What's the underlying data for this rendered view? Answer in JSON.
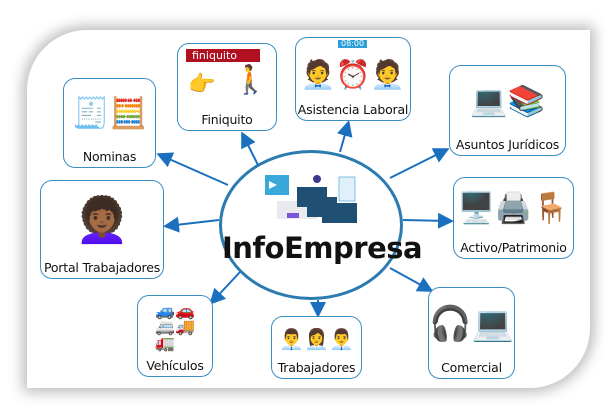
{
  "center": {
    "title": "InfoEmpresa"
  },
  "nodes": {
    "finiquito": {
      "label": "Finiquito",
      "tag": "finiquito",
      "icon": "walking-businessman-icon"
    },
    "asistencia": {
      "label": "Asistencia Laboral",
      "clock": "08:00",
      "icon": "clock-team-icon"
    },
    "nominas": {
      "label": "Nominas",
      "icon": "calculator-money-icon"
    },
    "juridicos": {
      "label": "Asuntos Jurídicos",
      "icon": "laptop-documents-icon"
    },
    "portal": {
      "label": "Portal Trabajadores",
      "icon": "woman-avatar-icon"
    },
    "activo": {
      "label": "Activo/Patrimonio",
      "icon": "office-equipment-icon"
    },
    "vehiculos": {
      "label": "Vehículos",
      "icon": "vehicles-icon"
    },
    "trabajadores": {
      "label": "Trabajadores",
      "icon": "people-group-icon"
    },
    "comercial": {
      "label": "Comercial",
      "icon": "call-center-icon"
    }
  },
  "colors": {
    "accent": "#2b7bb0",
    "arrow": "#1a6fbf"
  }
}
